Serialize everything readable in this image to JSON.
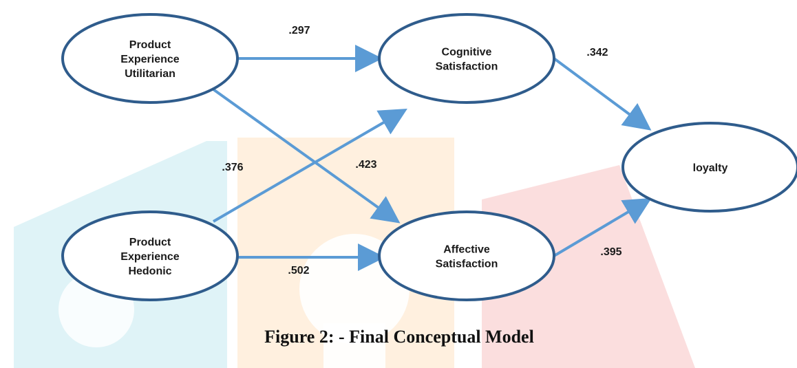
{
  "diagram": {
    "nodes": [
      {
        "id": "pe-utilitarian",
        "lines": [
          "Product",
          "Experience",
          "Utilitarian"
        ]
      },
      {
        "id": "pe-hedonic",
        "lines": [
          "Product",
          "Experience",
          "Hedonic"
        ]
      },
      {
        "id": "cognitive",
        "lines": [
          "Cognitive",
          "Satisfaction"
        ]
      },
      {
        "id": "affective",
        "lines": [
          "Affective",
          "Satisfaction"
        ]
      },
      {
        "id": "loyalty",
        "lines": [
          "loyalty"
        ]
      }
    ],
    "edges": [
      {
        "from": "pe-utilitarian",
        "to": "cognitive",
        "label": ".297"
      },
      {
        "from": "pe-utilitarian",
        "to": "affective",
        "label": ".423"
      },
      {
        "from": "pe-hedonic",
        "to": "cognitive",
        "label": ".376"
      },
      {
        "from": "pe-hedonic",
        "to": "affective",
        "label": ".502"
      },
      {
        "from": "cognitive",
        "to": "loyalty",
        "label": ".342"
      },
      {
        "from": "affective",
        "to": "loyalty",
        "label": ".395"
      }
    ]
  },
  "caption": "Figure 2: - Final Conceptual Model",
  "colors": {
    "node_border": "#2f5c8c",
    "arrow": "#5b9bd5",
    "watermark_teal": "#d6f0f5",
    "watermark_orange": "#fde7cf",
    "watermark_red": "#f9d2d2"
  }
}
